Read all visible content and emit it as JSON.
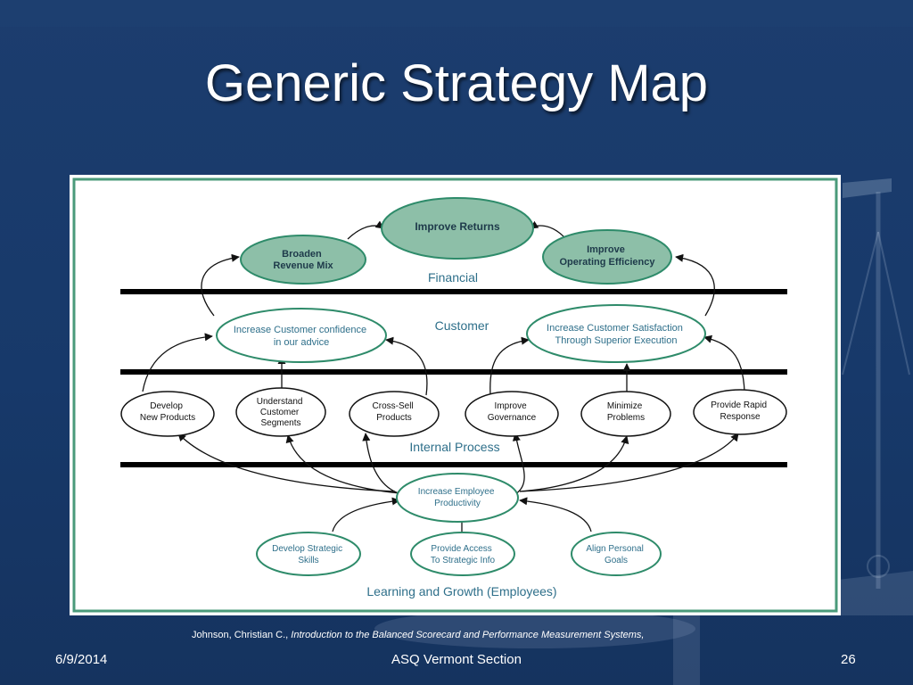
{
  "slide": {
    "title": "Generic Strategy Map",
    "citation_author": "Johnson, Christian C.,",
    "citation_title": "Introduction to the Balanced Scorecard and Performance Measurement Systems,",
    "footer_date": "6/9/2014",
    "footer_center": "ASQ Vermont Section",
    "footer_page": "26"
  },
  "diagram": {
    "layers": {
      "financial": "Financial",
      "customer": "Customer",
      "internal": "Internal Process",
      "learning": "Learning and Growth (Employees)"
    },
    "nodes": {
      "improve_returns": [
        "Improve Returns"
      ],
      "broaden_revenue": [
        "Broaden",
        "Revenue Mix"
      ],
      "improve_efficiency": [
        "Improve",
        "Operating Efficiency"
      ],
      "customer_confidence": [
        "Increase Customer confidence",
        "in our advice"
      ],
      "customer_satisfaction": [
        "Increase Customer Satisfaction",
        "Through Superior Execution"
      ],
      "develop_products": [
        "Develop",
        "New Products"
      ],
      "understand_segments": [
        "Understand",
        "Customer",
        "Segments"
      ],
      "cross_sell": [
        "Cross-Sell",
        "Products"
      ],
      "improve_governance": [
        "Improve",
        "Governance"
      ],
      "minimize_problems": [
        "Minimize",
        "Problems"
      ],
      "rapid_response": [
        "Provide Rapid",
        "Response"
      ],
      "employee_productivity": [
        "Increase Employee",
        "Productivity"
      ],
      "strategic_skills": [
        "Develop Strategic",
        "Skills"
      ],
      "strategic_info": [
        "Provide Access",
        "To Strategic Info"
      ],
      "personal_goals": [
        "Align Personal",
        "Goals"
      ]
    },
    "colors": {
      "financial_fill": "#8dbfa8",
      "outline": "#2e8b6a",
      "frame": "#4a9a7a",
      "text": "#1e3a4a",
      "layer_text": "#2e6f8a"
    }
  }
}
